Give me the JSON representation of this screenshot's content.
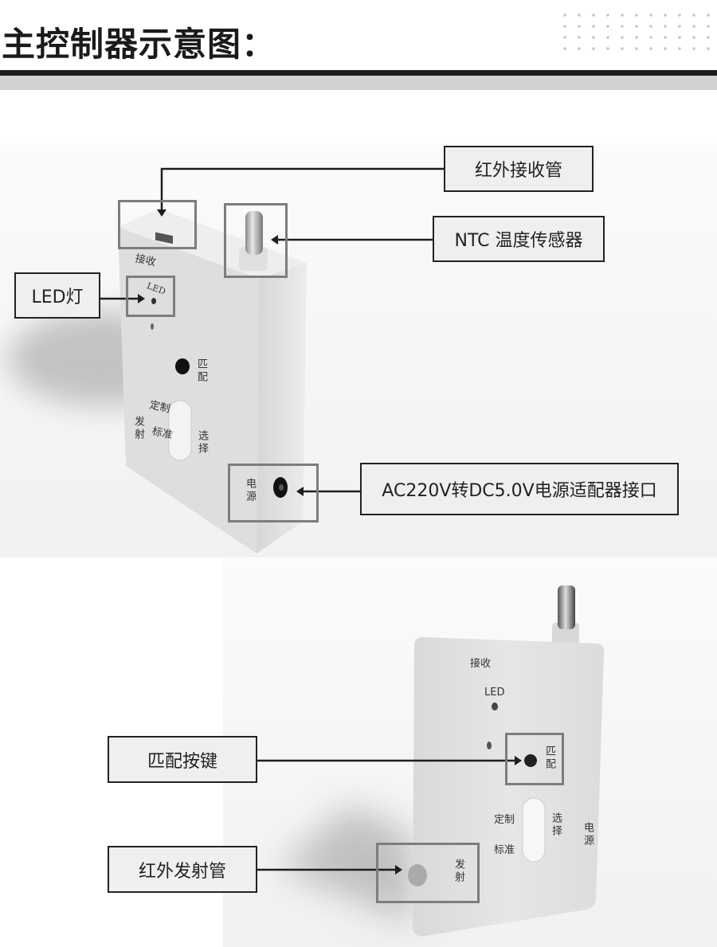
{
  "header": {
    "title": "主控制器示意图："
  },
  "top_figure": {
    "callouts": {
      "ir_receiver": "红外接收管",
      "ntc_sensor": "NTC 温度传感器",
      "led": "LED灯",
      "power_port": "AC220V转DC5.0V电源适配器接口"
    },
    "device_labels": {
      "receive": "接收",
      "led": "LED",
      "match": "匹配",
      "custom": "定制",
      "standard": "标准",
      "select": "选择",
      "emit": "发射",
      "power": "电源"
    }
  },
  "bottom_figure": {
    "callouts": {
      "match_button": "匹配按键",
      "ir_emitter": "红外发射管"
    },
    "device_labels": {
      "receive": "接收",
      "led": "LED",
      "match": "匹配",
      "custom": "定制",
      "standard": "标准",
      "select": "选择",
      "emit": "发射",
      "power": "电源"
    }
  }
}
